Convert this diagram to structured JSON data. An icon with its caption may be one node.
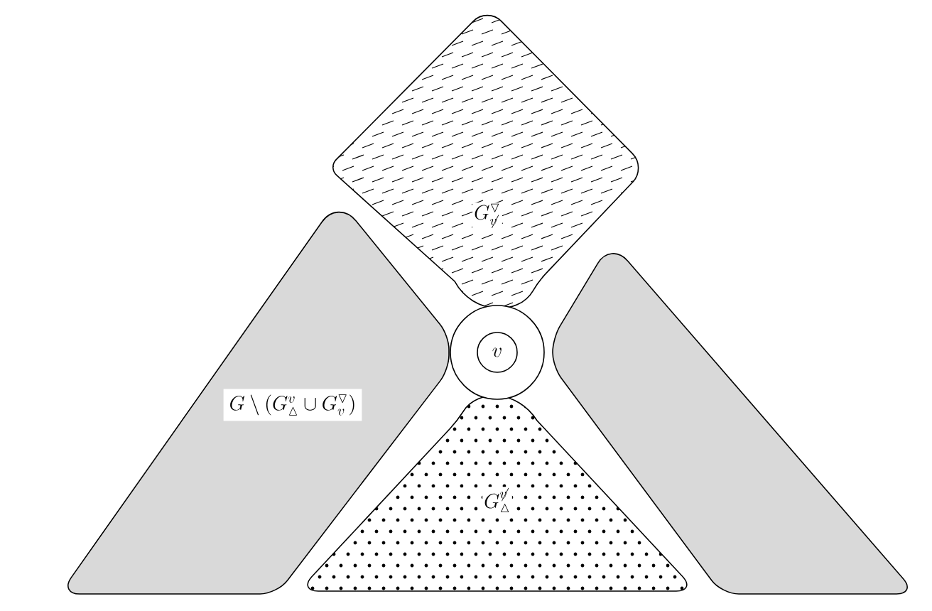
{
  "diagram": {
    "nodes": [
      {
        "text": [
          "G^{\\triangledown}_{\\not v}"
        ]
      },
      {
        "text": [
          "G^{\\not v}_{\\vartriangle}"
        ]
      },
      {
        "text": [
          "G \\setminus (G^{v}_{\\vartriangle} \\cup G^{\\triangledown}_{v})"
        ]
      },
      {
        "text": [],
        "shape": "box"
      },
      {
        "text": [
          "v"
        ]
      }
    ]
  }
}
